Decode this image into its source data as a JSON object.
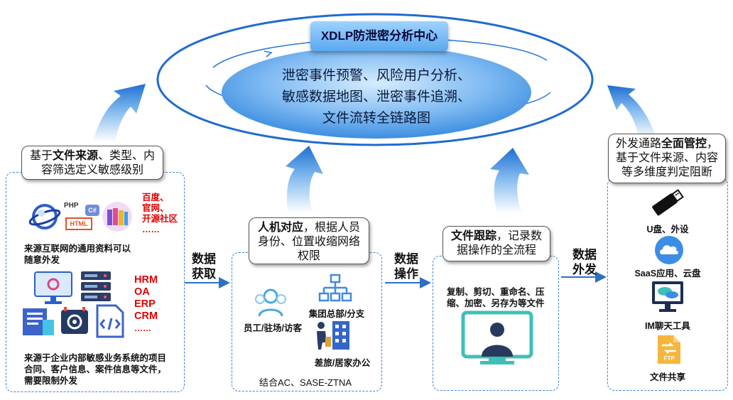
{
  "center": {
    "title": "XDLP防泄密分析中心",
    "lines": [
      "泄密事件预警、风险用户分析、",
      "敏感数据地图、泄密事件追溯、",
      "文件流转全链路图"
    ]
  },
  "left": {
    "callout_pre": "基于",
    "callout_bold": "文件来源",
    "callout_rest": "、类型、内容筛选定义敏感级别",
    "red_internet": [
      "百度、",
      "官网、",
      "开源社区",
      "……"
    ],
    "internet_caption": "来源互联网的通用资料可以随意外发",
    "red_business": [
      "HRM",
      "OA",
      "ERP",
      "CRM",
      "……"
    ],
    "business_caption": "来源于企业内部敏感业务系统的项目合同、客户信息、案件信息等文件，需要限制外发",
    "tech_labels": [
      "PHP",
      "HTML",
      "C#"
    ]
  },
  "steps": {
    "acquire": "数据获取",
    "operate": "数据操作",
    "send": "数据外发"
  },
  "middle": {
    "callout_bold": "人机对应",
    "callout_rest": "，根据人员身份、位置收缩网络权限",
    "staff": "员工/驻场/访客",
    "hq": "集团总部/分支",
    "travel": "差旅/居家办公",
    "footer": "结合AC、SASE-ZTNA"
  },
  "track": {
    "callout_bold": "文件跟踪",
    "callout_rest": "，记录数据操作的全流程",
    "ops": "复制、剪切、重命名、压缩、加密、另存为等文件"
  },
  "right": {
    "callout_pre": "外发通路",
    "callout_bold": "全面管控",
    "callout_rest": "，基于文件来源、内容等多维度判定阻断",
    "usb": "U盘、外设",
    "saas": "SaaS应用、云盘",
    "im": "IM聊天工具",
    "share": "文件共享",
    "ftp_label": "FTP"
  },
  "colors": {
    "accent": "#1e73d8",
    "red": "#e00000",
    "dashed_border": "#3d7fd6"
  }
}
